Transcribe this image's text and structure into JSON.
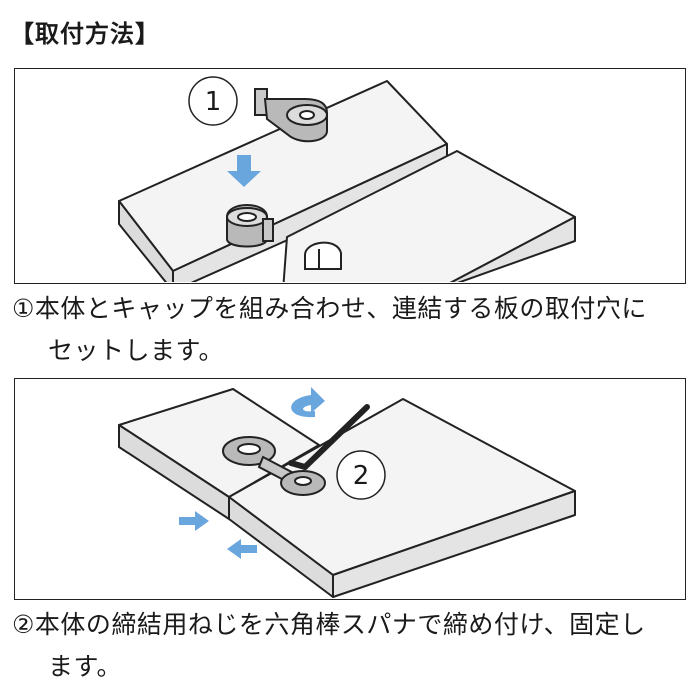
{
  "title": "【取付方法】",
  "step1": {
    "number": "1",
    "caption_line1": "①本体とキャップを組み合わせ、連結する板の取付穴に",
    "caption_line2": "セットします。"
  },
  "step2": {
    "number": "2",
    "caption_line1": "②本体の締結用ねじを六角棒スパナで締め付け、固定し",
    "caption_line2": "ます。"
  },
  "colors": {
    "board_top": "#f4f4f4",
    "board_front": "#dcdcdc",
    "part_fill": "#b9b9b9",
    "arrow_blue": "#6aa6de",
    "outline": "#222222"
  }
}
